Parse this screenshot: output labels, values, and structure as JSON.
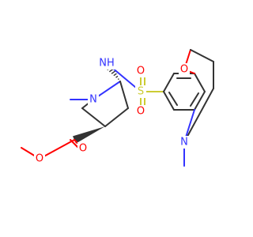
{
  "colors": {
    "carbon": "#333333",
    "nitrogen": "#3333ff",
    "oxygen": "#ff0000",
    "sulfur": "#cccc33"
  },
  "atoms": {
    "pyrrolidine_n": {
      "label": "N",
      "element": "nitrogen"
    },
    "sulfonamide_nh": {
      "label": "NH",
      "element": "nitrogen"
    },
    "sulfur": {
      "label": "S",
      "element": "sulfur"
    },
    "sulfonyl_o_top": {
      "label": "O",
      "element": "oxygen"
    },
    "sulfonyl_o_bottom": {
      "label": "O",
      "element": "oxygen"
    },
    "ring_o": {
      "label": "O",
      "element": "oxygen"
    },
    "ring_n": {
      "label": "N",
      "element": "nitrogen"
    },
    "carbonyl_o": {
      "label": "O",
      "element": "oxygen"
    },
    "ester_o": {
      "label": "O",
      "element": "oxygen"
    }
  }
}
